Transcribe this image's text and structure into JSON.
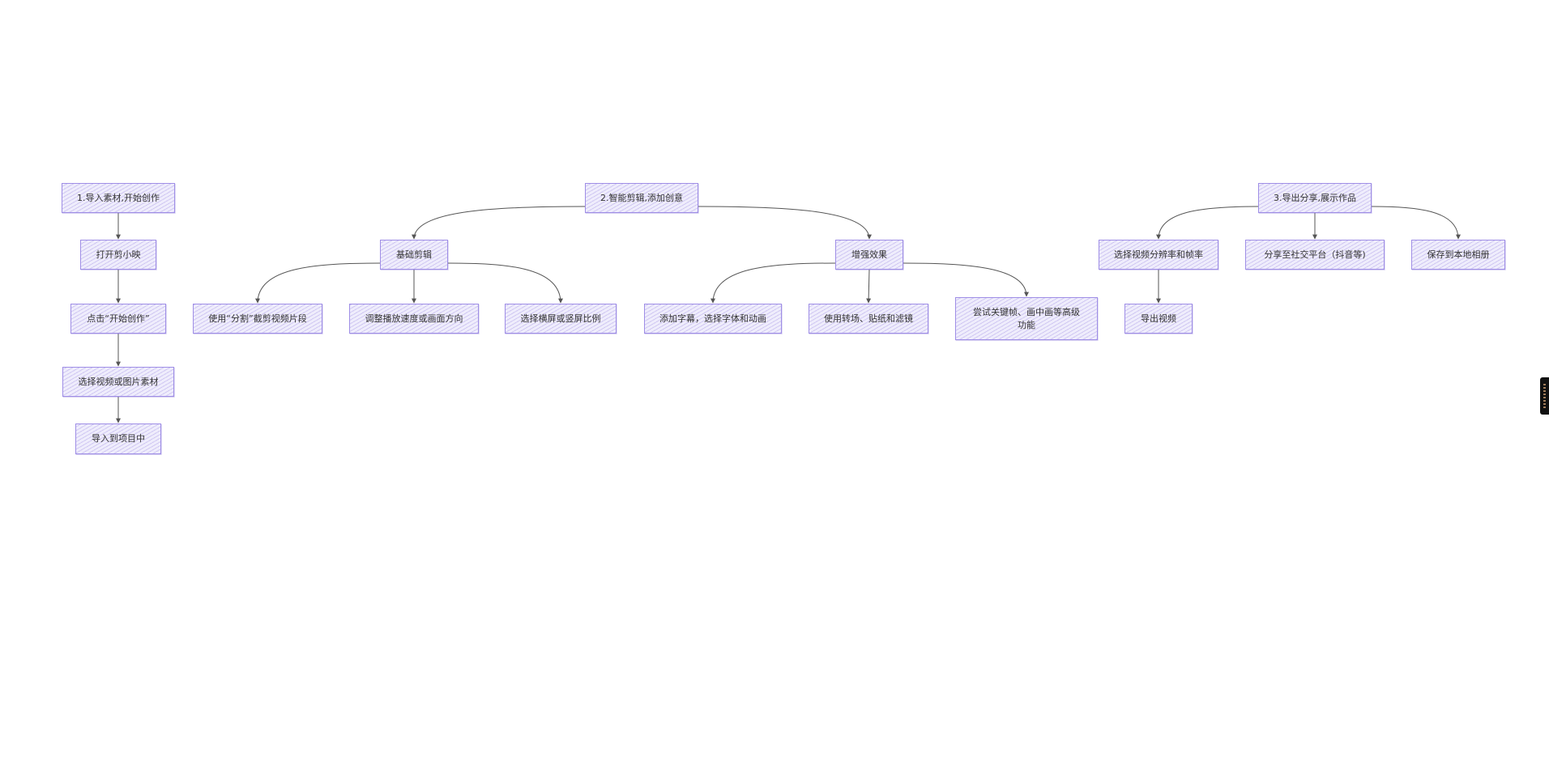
{
  "colors": {
    "node_fill": "#efedfc",
    "node_border": "#9f8ee6",
    "edge": "#555555",
    "text": "#333333",
    "background": "#ffffff"
  },
  "nodes": {
    "s1": "1.导入素材,开始创作",
    "a1": "打开剪小映",
    "a2": "点击“开始创作”",
    "a3": "选择视频或图片素材",
    "a4": "导入到项目中",
    "s2": "2.智能剪辑,添加创意",
    "b": "基础剪辑",
    "b1": "使用“分割”截剪视频片段",
    "b2": "调整播放速度或画面方向",
    "b3": "选择横屏或竖屏比例",
    "e": "增强效果",
    "e1": "添加字幕，选择字体和动画",
    "e2": "使用转场、贴纸和滤镜",
    "e3": "尝试关键帧、画中画等高级功能",
    "s3": "3.导出分享,展示作品",
    "c1": "选择视频分辨率和帧率",
    "c2": "分享至社交平台（抖音等)",
    "c3": "保存到本地相册",
    "c4": "导出视频"
  },
  "edges": [
    [
      "s1",
      "a1"
    ],
    [
      "a1",
      "a2"
    ],
    [
      "a2",
      "a3"
    ],
    [
      "a3",
      "a4"
    ],
    [
      "s2",
      "b"
    ],
    [
      "s2",
      "e"
    ],
    [
      "b",
      "b1"
    ],
    [
      "b",
      "b2"
    ],
    [
      "b",
      "b3"
    ],
    [
      "e",
      "e1"
    ],
    [
      "e",
      "e2"
    ],
    [
      "e",
      "e3"
    ],
    [
      "s3",
      "c1"
    ],
    [
      "s3",
      "c2"
    ],
    [
      "s3",
      "c3"
    ],
    [
      "c1",
      "c4"
    ]
  ]
}
